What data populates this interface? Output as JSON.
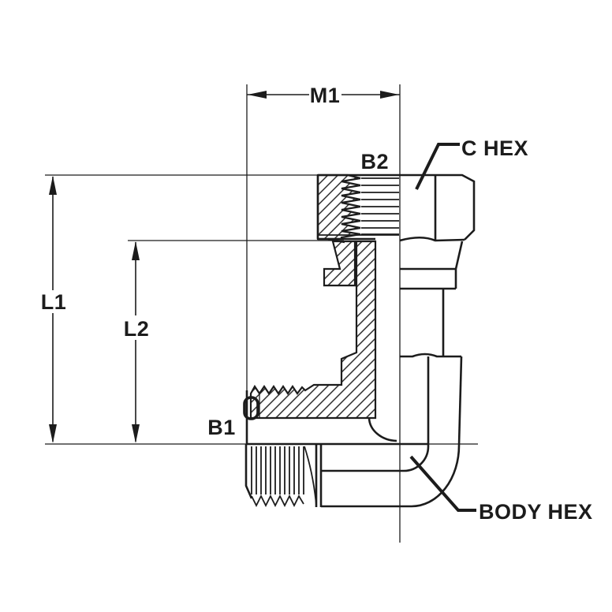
{
  "labels": {
    "m1": "M1",
    "b2": "B2",
    "l1": "L1",
    "l2": "L2",
    "b1": "B1"
  },
  "callouts": {
    "c_hex": "C HEX",
    "body_hex": "BODY HEX"
  },
  "colors": {
    "line": "#1c1c1c",
    "background": "#ffffff"
  }
}
